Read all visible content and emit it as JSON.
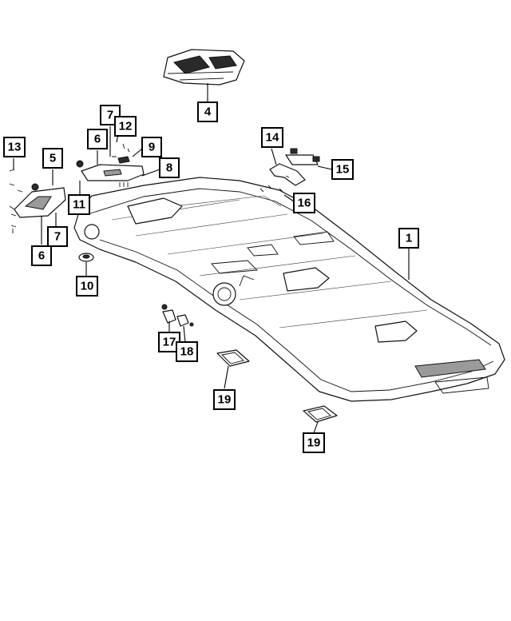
{
  "callouts": [
    {
      "id": "c1",
      "label": "1"
    },
    {
      "id": "c4",
      "label": "4"
    },
    {
      "id": "c5",
      "label": "5"
    },
    {
      "id": "c6a",
      "label": "6"
    },
    {
      "id": "c6b",
      "label": "6"
    },
    {
      "id": "c7a",
      "label": "7"
    },
    {
      "id": "c7b",
      "label": "7"
    },
    {
      "id": "c8",
      "label": "8"
    },
    {
      "id": "c9",
      "label": "9"
    },
    {
      "id": "c10",
      "label": "10"
    },
    {
      "id": "c11",
      "label": "11"
    },
    {
      "id": "c12",
      "label": "12"
    },
    {
      "id": "c13",
      "label": "13"
    },
    {
      "id": "c14",
      "label": "14"
    },
    {
      "id": "c15",
      "label": "15"
    },
    {
      "id": "c16",
      "label": "16"
    },
    {
      "id": "c17",
      "label": "17"
    },
    {
      "id": "c18",
      "label": "18"
    },
    {
      "id": "c19a",
      "label": "19"
    },
    {
      "id": "c19b",
      "label": "19"
    }
  ]
}
